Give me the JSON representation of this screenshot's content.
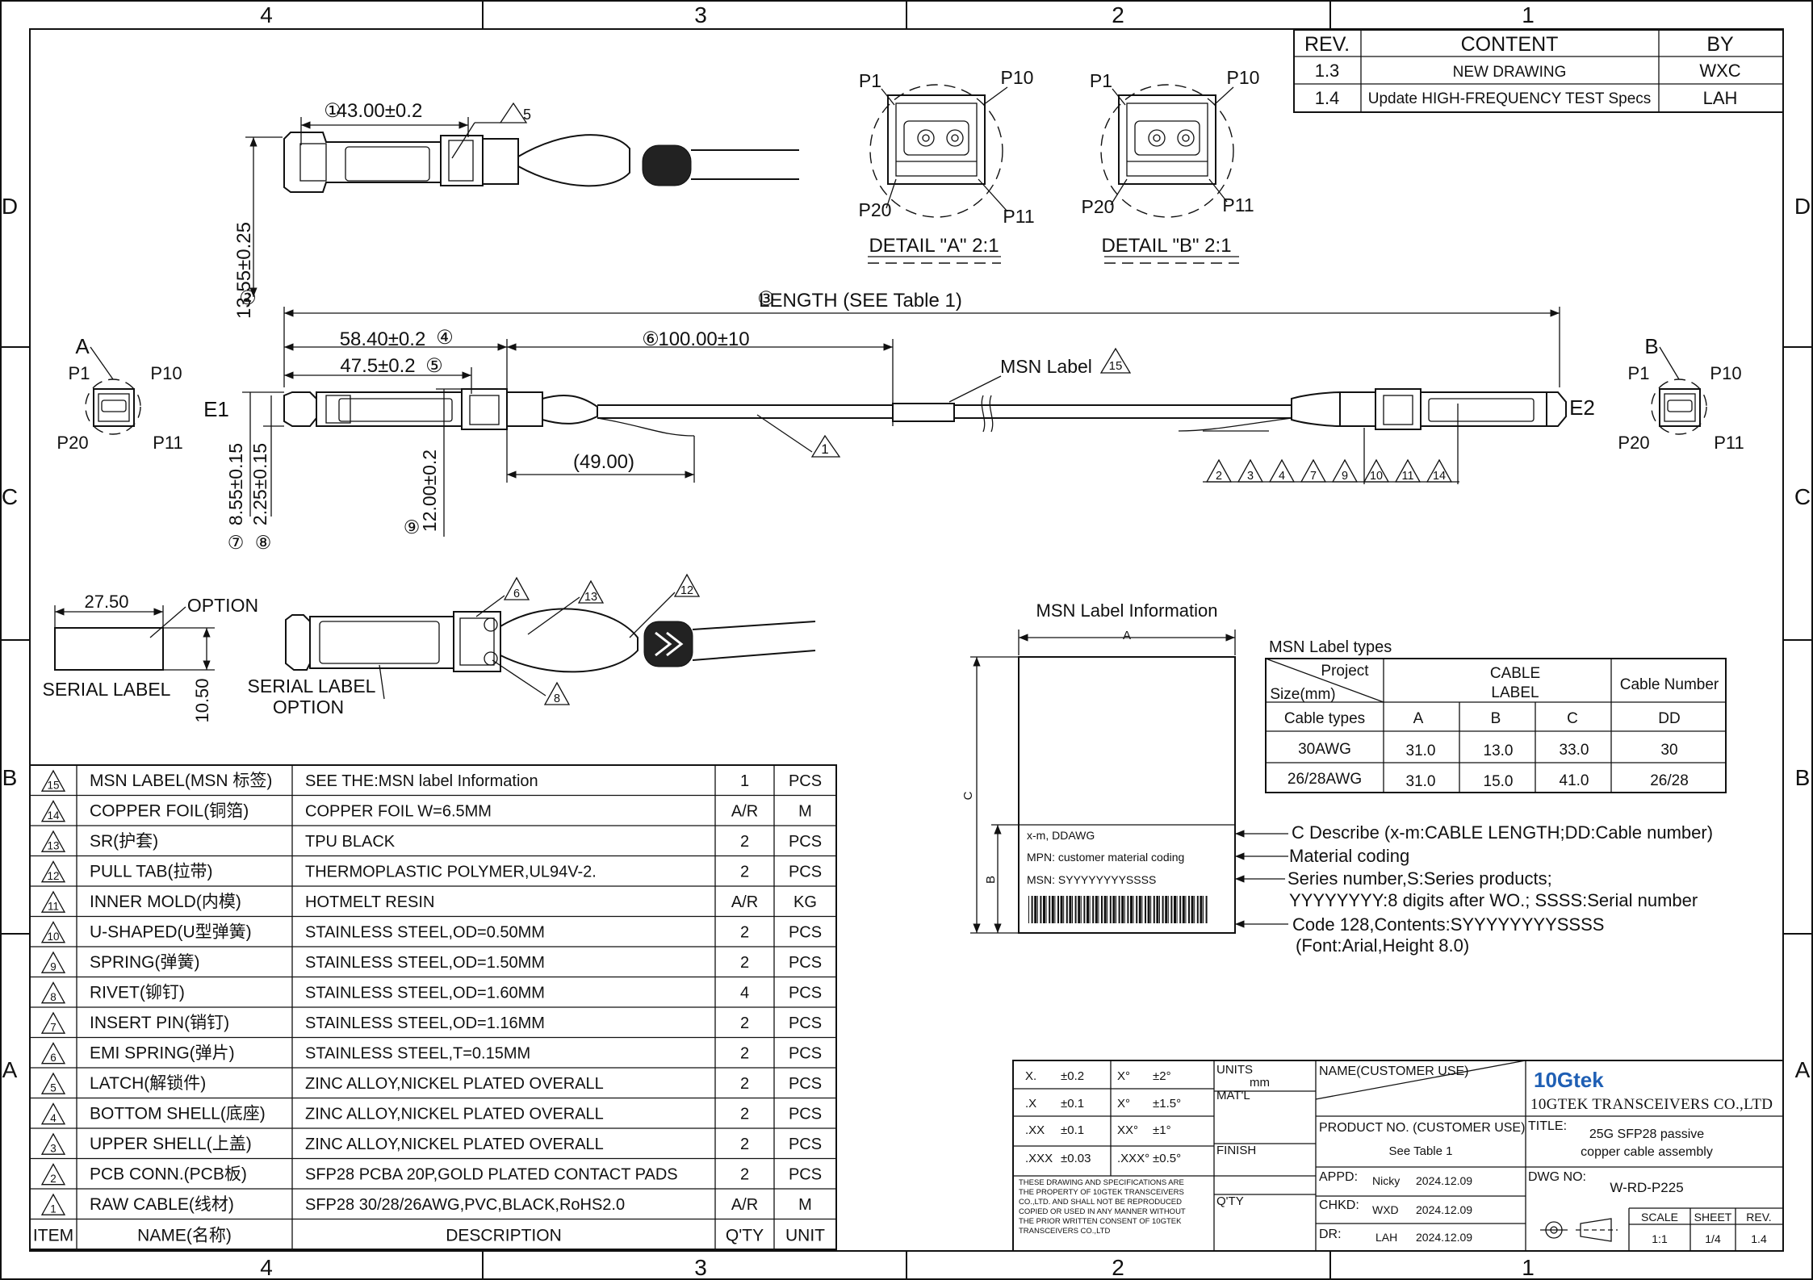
{
  "frame": {
    "zone_cols": [
      "4",
      "3",
      "2",
      "1"
    ],
    "zone_rows": [
      "D",
      "C",
      "B",
      "A"
    ]
  },
  "revision_table": {
    "headers": [
      "REV.",
      "CONTENT",
      "BY"
    ],
    "rows": [
      [
        "1.3",
        "NEW DRAWING",
        "WXC"
      ],
      [
        "1.4",
        "Update HIGH-FREQUENCY TEST Specs",
        "LAH"
      ]
    ]
  },
  "top_view": {
    "dim_length": "43.00±0.2",
    "dim_length_tag": "①",
    "dim_height": "13.55±0.25",
    "dim_height_tag": "②",
    "callout": "5"
  },
  "details": [
    {
      "title": "DETAIL \"A\" 2:1",
      "p1": "P1",
      "p10": "P10",
      "p20": "P20",
      "p11": "P11"
    },
    {
      "title": "DETAIL \"B\" 2:1",
      "p1": "P1",
      "p10": "P10",
      "p20": "P20",
      "p11": "P11"
    }
  ],
  "main_view": {
    "length_label": "LENGTH (SEE Table 1)",
    "length_tag": "③",
    "dim_5840": "58.40±0.2",
    "dim_5840_tag": "④",
    "dim_475": "47.5±0.2",
    "dim_475_tag": "⑤",
    "dim_100": "100.00±10",
    "dim_100_tag": "⑥",
    "dim_49": "(49.00)",
    "dim_855": "8.55±0.15",
    "dim_855_tag": "⑦",
    "dim_225": "2.25±0.15",
    "dim_225_tag": "⑧",
    "dim_12": "12.00±0.2",
    "dim_12_tag": "⑨",
    "msn_label": "MSN Label",
    "msn_callout": "15",
    "cable_callout": "1",
    "end_left": "E1",
    "end_right": "E2",
    "end_view_left": {
      "letter": "A",
      "p1": "P1",
      "p10": "P10",
      "p20": "P20",
      "p11": "P11"
    },
    "end_view_right": {
      "letter": "B",
      "p1": "P1",
      "p10": "P10",
      "p20": "P20",
      "p11": "P11"
    },
    "right_callouts": [
      "2",
      "3",
      "4",
      "7",
      "9",
      "10",
      "11",
      "14"
    ]
  },
  "serial_label": {
    "width": "27.50",
    "height": "10.50",
    "option": "OPTION",
    "label": "SERIAL LABEL"
  },
  "iso_view": {
    "serial_label": "SERIAL LABEL",
    "option": "OPTION",
    "callouts": [
      "6",
      "13",
      "12",
      "8"
    ]
  },
  "msn_info": {
    "title": "MSN Label Information",
    "dim_a": "A",
    "dim_b": "B",
    "dim_c": "C",
    "line1": "x-m, DDAWG",
    "line2": "MPN: customer material coding",
    "line3": "MSN: SYYYYYYYYSSSS",
    "notes": [
      "C Describe (x-m:CABLE LENGTH;DD:Cable number)",
      "Material coding",
      "Series number,S:Series products;",
      "YYYYYYYY:8 digits after WO.; SSSS:Serial number",
      "Code 128,Contents:SYYYYYYYYSSSS",
      "(Font:Arial,Height 8.0)"
    ]
  },
  "msn_types": {
    "title": "MSN Label types",
    "project": "Project",
    "size": "Size(mm)",
    "cable_label": [
      "CABLE",
      "LABEL"
    ],
    "cable_number": "Cable Number",
    "subheaders": [
      "Cable types",
      "A",
      "B",
      "C",
      "DD"
    ],
    "rows": [
      [
        "30AWG",
        "31.0",
        "13.0",
        "33.0",
        "30"
      ],
      [
        "26/28AWG",
        "31.0",
        "15.0",
        "41.0",
        "26/28"
      ]
    ]
  },
  "bom": {
    "headers": [
      "ITEM",
      "NAME(名称)",
      "DESCRIPTION",
      "Q'TY",
      "UNIT"
    ],
    "rows": [
      {
        "item": "15",
        "name": "MSN LABEL(MSN 标签)",
        "desc": "SEE THE:MSN label Information",
        "qty": "1",
        "unit": "PCS"
      },
      {
        "item": "14",
        "name": "COPPER FOIL(铜箔)",
        "desc": "COPPER FOIL W=6.5MM",
        "qty": "A/R",
        "unit": "M"
      },
      {
        "item": "13",
        "name": "SR(护套)",
        "desc": "TPU BLACK",
        "qty": "2",
        "unit": "PCS"
      },
      {
        "item": "12",
        "name": "PULL TAB(拉带)",
        "desc": "THERMOPLASTIC POLYMER,UL94V-2.",
        "qty": "2",
        "unit": "PCS"
      },
      {
        "item": "11",
        "name": "INNER MOLD(内模)",
        "desc": "HOTMELT RESIN",
        "qty": "A/R",
        "unit": "KG"
      },
      {
        "item": "10",
        "name": "U-SHAPED(U型弹簧)",
        "desc": "STAINLESS STEEL,OD=0.50MM",
        "qty": "2",
        "unit": "PCS"
      },
      {
        "item": "9",
        "name": "SPRING(弹簧)",
        "desc": "STAINLESS STEEL,OD=1.50MM",
        "qty": "2",
        "unit": "PCS"
      },
      {
        "item": "8",
        "name": "RIVET(铆钉)",
        "desc": "STAINLESS STEEL,OD=1.60MM",
        "qty": "4",
        "unit": "PCS"
      },
      {
        "item": "7",
        "name": "INSERT PIN(销钉)",
        "desc": "STAINLESS STEEL,OD=1.16MM",
        "qty": "2",
        "unit": "PCS"
      },
      {
        "item": "6",
        "name": "EMI SPRING(弹片)",
        "desc": "STAINLESS STEEL,T=0.15MM",
        "qty": "2",
        "unit": "PCS"
      },
      {
        "item": "5",
        "name": "LATCH(解锁件)",
        "desc": "ZINC ALLOY,NICKEL PLATED OVERALL",
        "qty": "2",
        "unit": "PCS"
      },
      {
        "item": "4",
        "name": "BOTTOM SHELL(底座)",
        "desc": "ZINC ALLOY,NICKEL PLATED OVERALL",
        "qty": "2",
        "unit": "PCS"
      },
      {
        "item": "3",
        "name": "UPPER SHELL(上盖)",
        "desc": "ZINC ALLOY,NICKEL PLATED OVERALL",
        "qty": "2",
        "unit": "PCS"
      },
      {
        "item": "2",
        "name": "PCB CONN.(PCB板)",
        "desc": "SFP28 PCBA 20P,GOLD PLATED CONTACT PADS",
        "qty": "2",
        "unit": "PCS"
      },
      {
        "item": "1",
        "name": "RAW CABLE(线材)",
        "desc": "SFP28 30/28/26AWG,PVC,BLACK,RoHS2.0",
        "qty": "A/R",
        "unit": "M"
      }
    ]
  },
  "title_block": {
    "tolerances": [
      [
        "X.",
        "±0.2",
        "X°",
        "±2°"
      ],
      [
        ".X",
        "±0.1",
        "X°",
        "±1.5°"
      ],
      [
        ".XX",
        "±0.1",
        "XX°",
        "±1°"
      ],
      [
        ".XXX",
        "±0.03",
        ".XXX°",
        "±0.5°"
      ]
    ],
    "units": "UNITS",
    "units_val": "mm",
    "matl": "MAT'L",
    "finish": "FINISH",
    "qty": "Q'TY",
    "notice": [
      "THESE DRAWING AND SPECIFICATIONS ARE",
      "THE PROPERTY OF 10GTEK TRANSCEIVERS",
      "CO.,LTD. AND SHALL NOT BE REPRODUCED",
      "COPIED OR USED IN ANY MANNER WITHOUT",
      "THE PRIOR WRITTEN CONSENT OF 10GTEK",
      "TRANSCEIVERS CO.,LTD"
    ],
    "name_label": "NAME(CUSTOMER USE)",
    "product_no_label": "PRODUCT NO. (CUSTOMER USE)",
    "product_no": "See Table 1",
    "appd": "APPD:",
    "appd_name": "Nicky",
    "appd_date": "2024.12.09",
    "chkd": "CHKD:",
    "chkd_name": "WXD",
    "chkd_date": "2024.12.09",
    "dr": "DR:",
    "dr_name": "LAH",
    "dr_date": "2024.12.09",
    "logo": "10Gtek",
    "company": "10GTEK TRANSCEIVERS CO.,LTD",
    "title_label": "TITLE:",
    "title_line1": "25G SFP28 passive",
    "title_line2": "copper cable  assembly",
    "dwg_no_label": "DWG NO:",
    "dwg_no": "W-RD-P225",
    "scale_label": "SCALE",
    "scale": "1:1",
    "sheet_label": "SHEET",
    "sheet": "1/4",
    "rev_label": "REV.",
    "rev": "1.4"
  }
}
